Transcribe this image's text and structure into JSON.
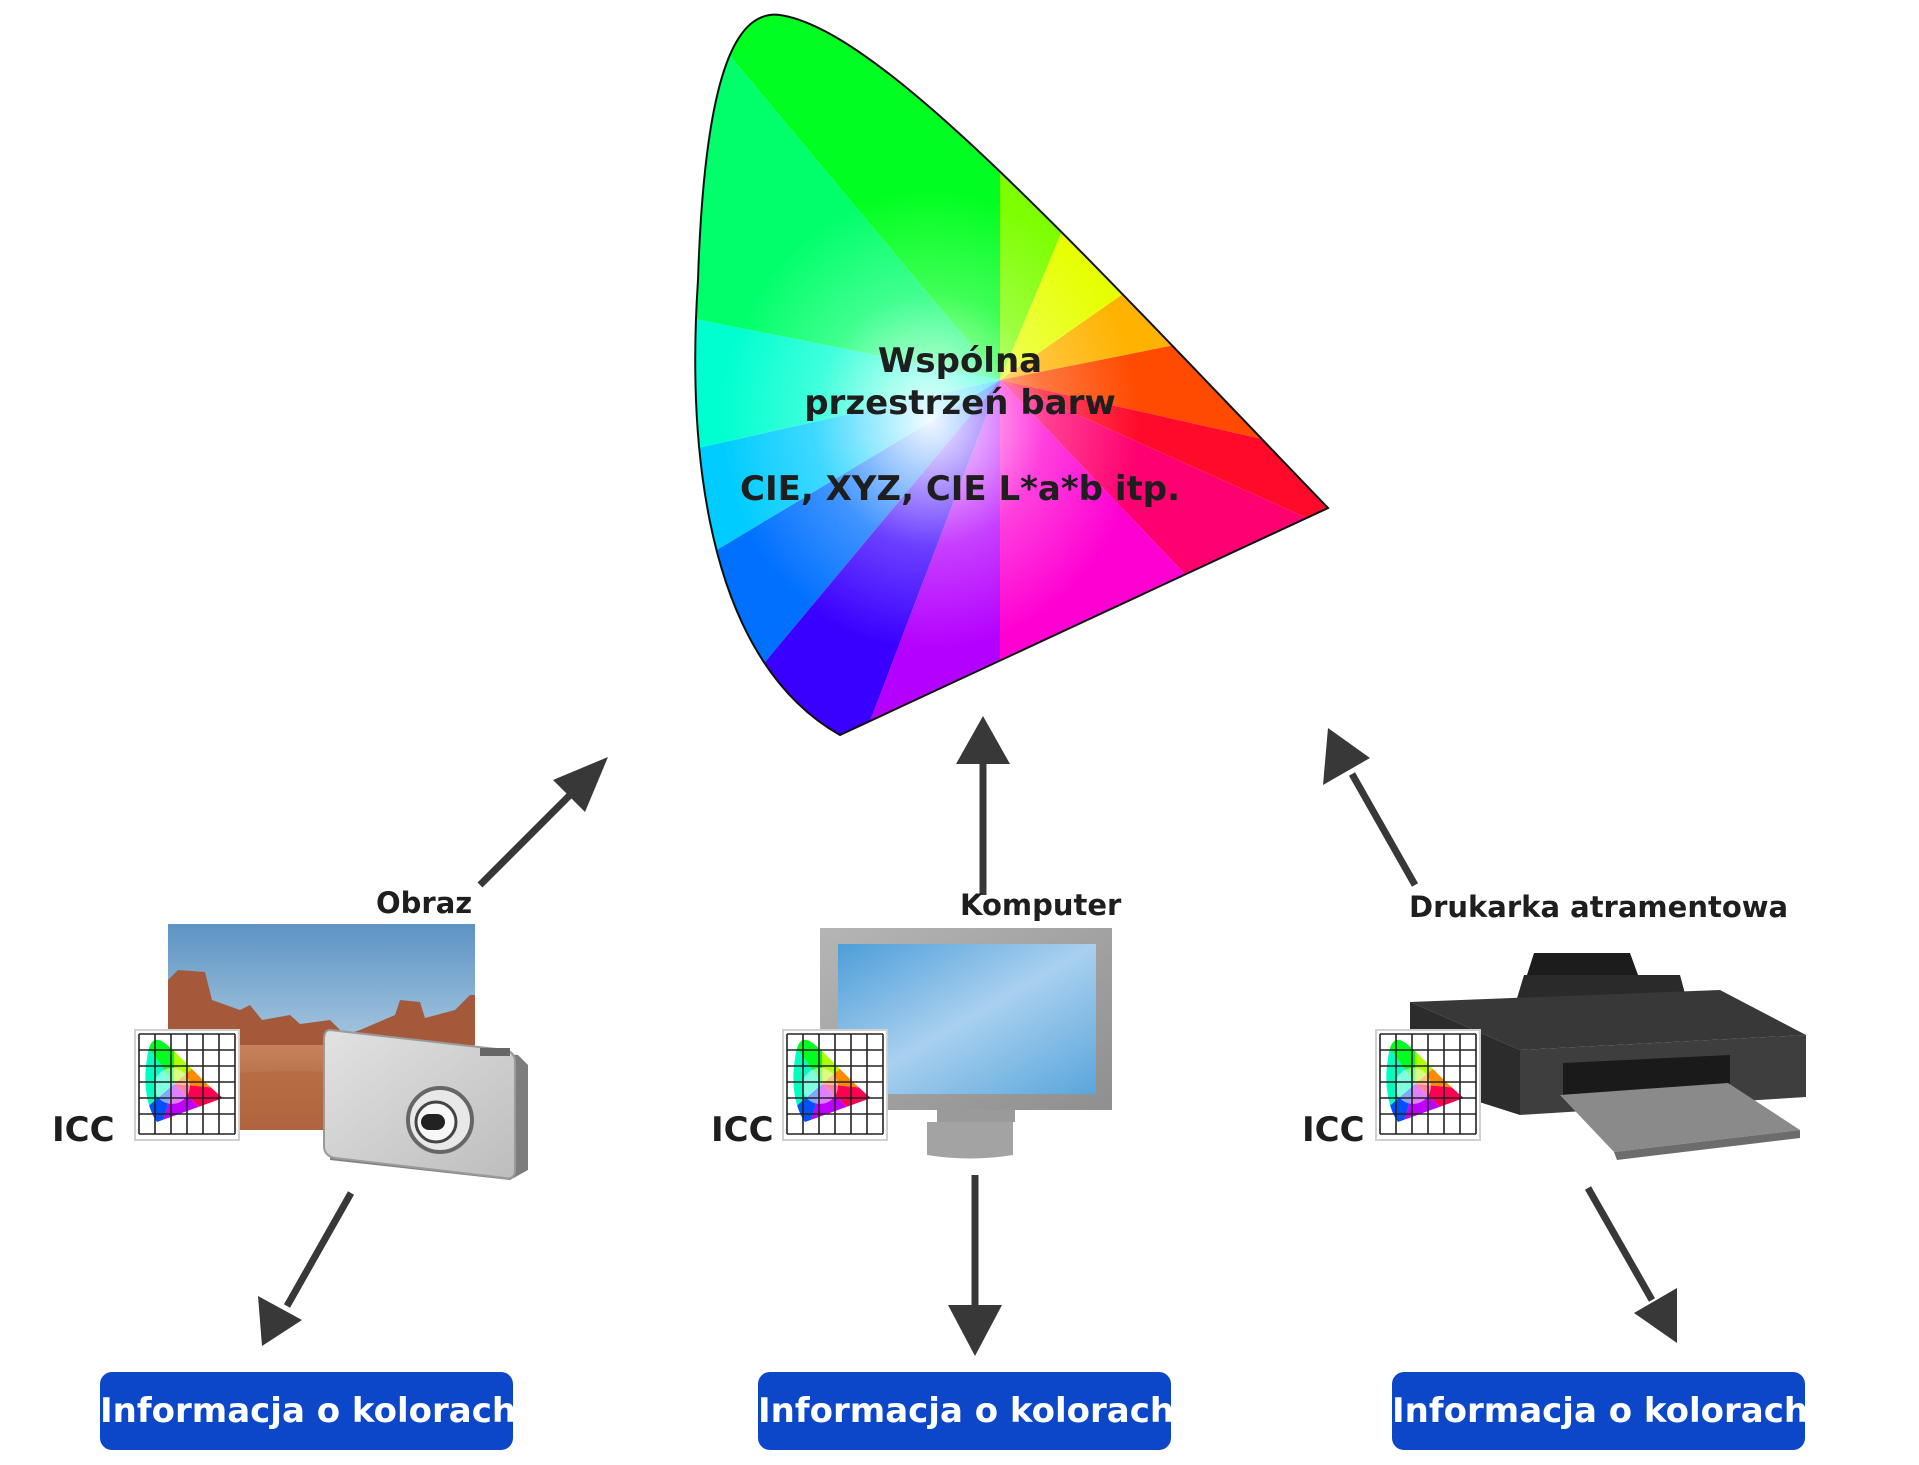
{
  "diagram": {
    "center": {
      "title_line1": "Wspólna",
      "title_line2": "przestrzeń barw",
      "subtitle": "CIE, XYZ, CIE L*a*b itp."
    },
    "devices": [
      {
        "label": "Obraz",
        "icc": "ICC",
        "info": "Informacja o kolorach"
      },
      {
        "label": "Komputer",
        "icc": "ICC",
        "info": "Informacja o kolorach"
      },
      {
        "label": "Drukarka atramentowa",
        "icc": "ICC",
        "info": "Informacja o kolorach"
      }
    ],
    "colors": {
      "button_bg": "#0d47c9",
      "arrow": "#333333"
    }
  }
}
